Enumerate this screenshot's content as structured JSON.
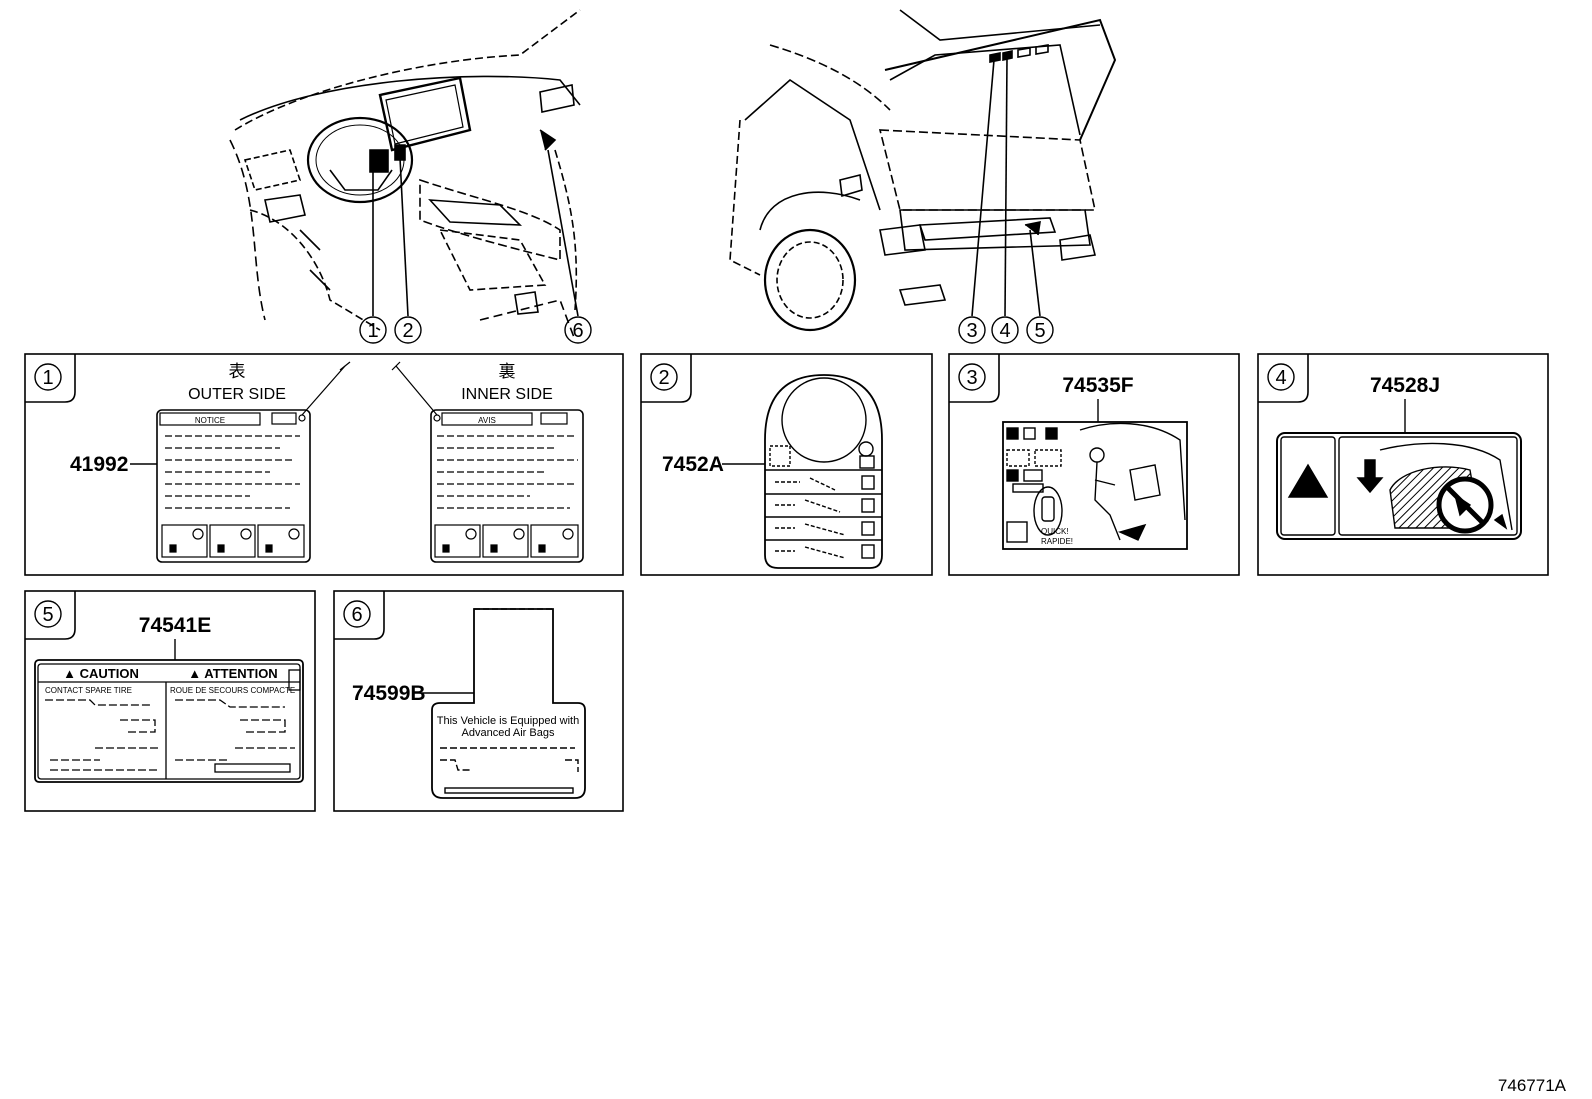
{
  "callouts": [
    "①",
    "②",
    "③",
    "④",
    "⑤",
    "⑥"
  ],
  "panel1": {
    "outer_kanji": "表",
    "outer_label": "OUTER SIDE",
    "inner_kanji": "裏",
    "inner_label": "INNER SIDE",
    "part_number": "41992",
    "outer_tab": "NOTICE",
    "inner_tab": "AVIS"
  },
  "panel2": {
    "part_number": "7452A"
  },
  "panel3": {
    "part_number": "74535F",
    "quick": "QUICK!",
    "rapide": "RAPIDE!"
  },
  "panel4": {
    "part_number": "74528J"
  },
  "panel5": {
    "part_number": "74541E",
    "caution": "▲ CAUTION",
    "attention": "▲ ATTENTION",
    "left_heading": "CONTACT SPARE TIRE",
    "right_heading": "ROUE DE SECOURS COMPACTE"
  },
  "panel6": {
    "part_number": "74599B",
    "line1": "This Vehicle is Equipped with",
    "line2": "Advanced  Air Bags"
  },
  "figure_id": "746771A"
}
